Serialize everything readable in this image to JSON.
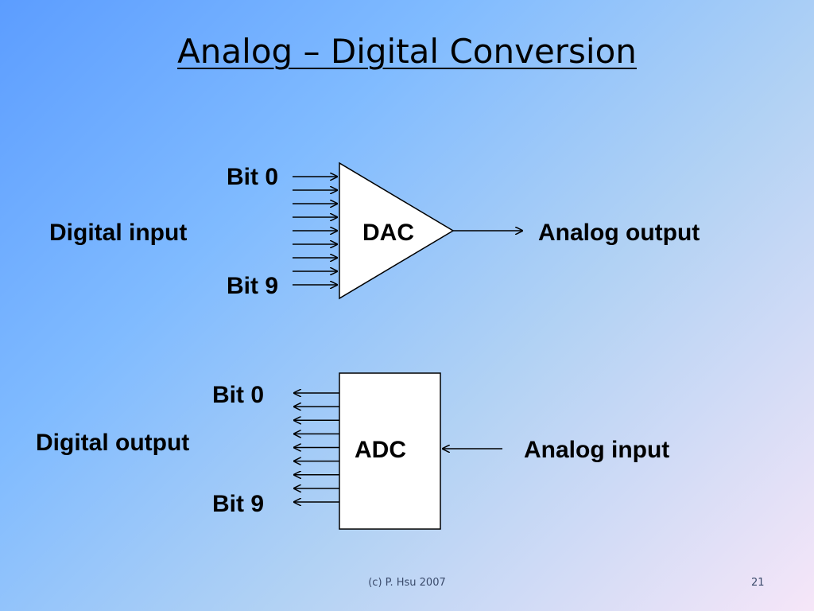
{
  "slide": {
    "title": "Analog – Digital Conversion",
    "footer": "(c) P. Hsu 2007",
    "page_number": "21"
  },
  "dac": {
    "block_label": "DAC",
    "input_label": "Digital input",
    "output_label": "Analog output",
    "first_bit_label": "Bit 0",
    "last_bit_label": "Bit 9",
    "bit_line_count": 9
  },
  "adc": {
    "block_label": "ADC",
    "output_label": "Digital output",
    "input_label": "Analog input",
    "first_bit_label": "Bit 0",
    "last_bit_label": "Bit 9",
    "bit_line_count": 9
  }
}
